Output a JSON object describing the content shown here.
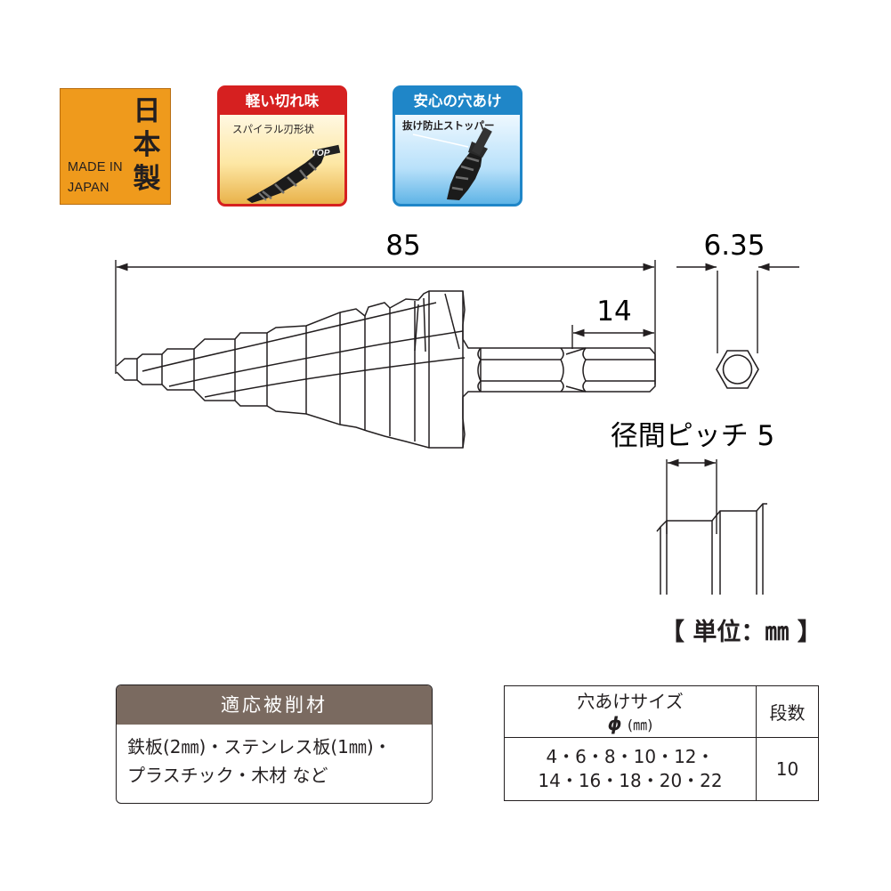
{
  "badges": {
    "made_in_japan": {
      "kanji": [
        "日",
        "本",
        "製"
      ],
      "line1": "MADE IN",
      "line2": "JAPAN"
    },
    "sharp": {
      "title": "軽い切れ味",
      "subtitle": "スパイラル刃形状",
      "logo": "TOP"
    },
    "safe": {
      "title": "安心の穴あけ",
      "subtitle": "抜け防止ストッパー"
    }
  },
  "dimensions": {
    "total_length": "85",
    "shank_length": "14",
    "hex_size": "6.35",
    "pitch_label": "径間ピッチ 5"
  },
  "unit_label": "【 単位：㎜ 】",
  "materials": {
    "header": "適応被削材",
    "line1": "鉄板(2㎜)・ステンレス板(1㎜)・",
    "line2": "プラスチック・木材 など"
  },
  "size_table": {
    "header_sizes": "穴あけサイズ",
    "header_phi": "ϕ",
    "header_unit": "(㎜)",
    "header_steps": "段数",
    "sizes_line1": "4・6・8・10・12・",
    "sizes_line2": "14・16・18・20・22",
    "steps": "10"
  },
  "colors": {
    "japan_badge": "#ef9a1c",
    "red_badge": "#d62020",
    "blue_badge": "#1f86c8",
    "materials_header": "#7a6a60"
  }
}
